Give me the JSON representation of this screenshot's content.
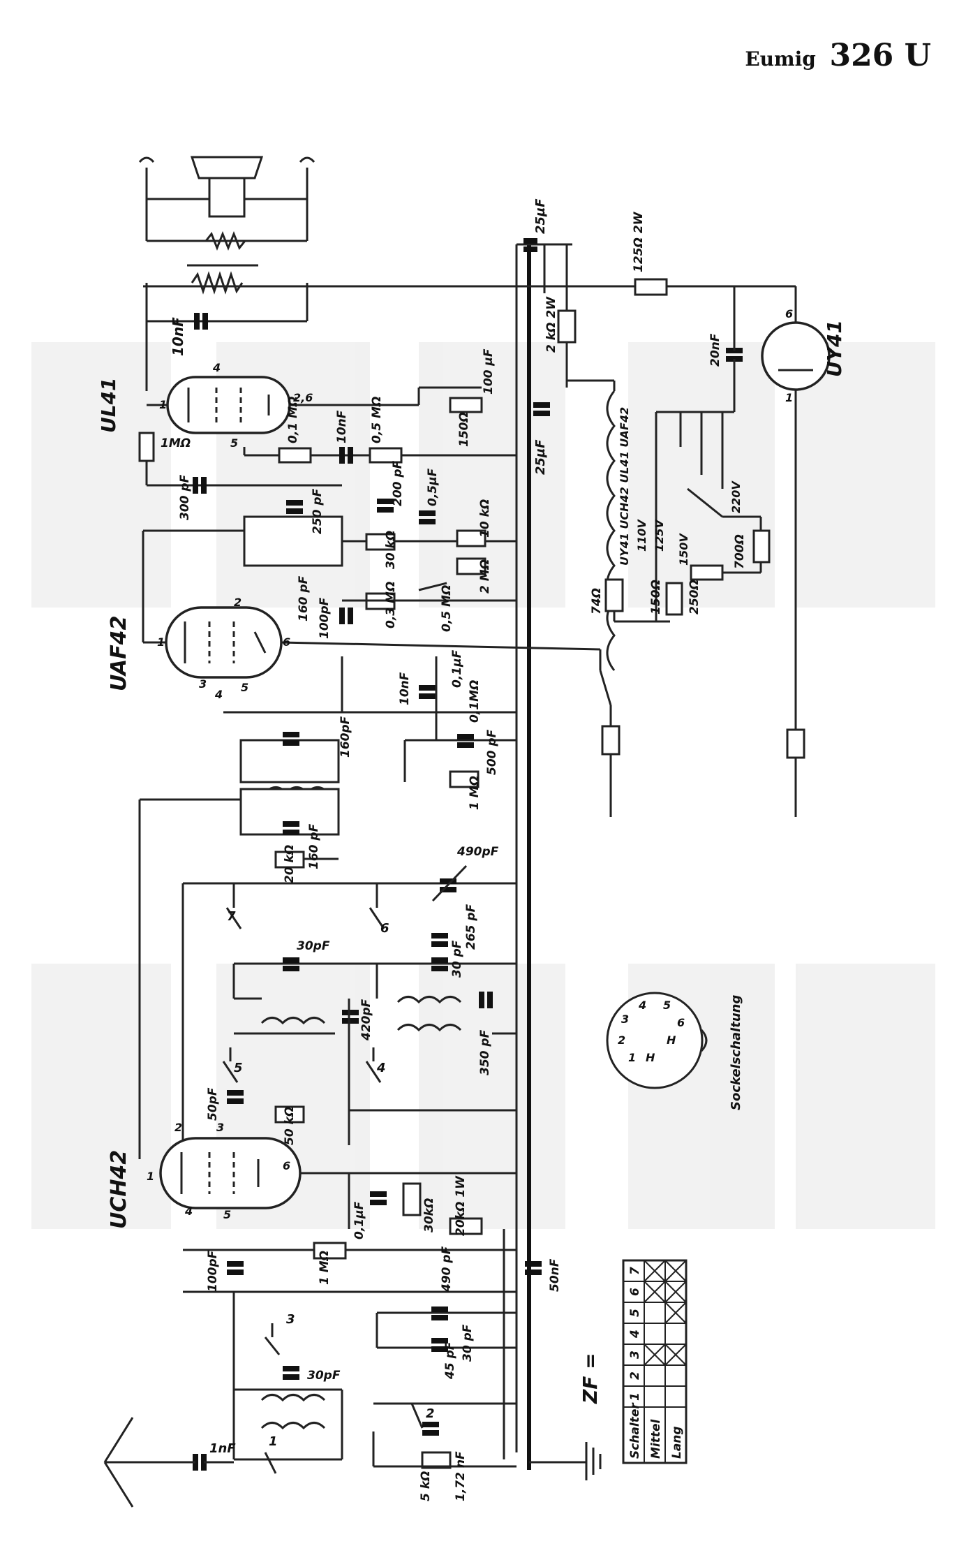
{
  "header": {
    "brand": "Eumig",
    "model": "326 U"
  },
  "tubes": [
    "UL41",
    "UAF42",
    "UCH42",
    "UY41"
  ],
  "tube_pins": {
    "ul41": [
      "1",
      "4",
      "5",
      "2,6"
    ],
    "uaf42": [
      "1",
      "2",
      "3",
      "4",
      "5",
      "6"
    ],
    "uch42": [
      "1",
      "2",
      "3",
      "4",
      "5",
      "6"
    ],
    "uy41": [
      "6",
      "1"
    ]
  },
  "components": [
    "10nF",
    "1MΩ",
    "300 pF",
    "0,1 MΩ",
    "10nF",
    "0,5 MΩ",
    "100 µF",
    "150Ω",
    "25µF",
    "25µF",
    "2 kΩ 2W",
    "125Ω 2W",
    "20nF",
    "250 pF",
    "200 pF",
    "0,5µF",
    "10 kΩ",
    "30 kΩ",
    "2 MΩ",
    "160 pF",
    "100pF",
    "0,3 MΩ",
    "0,5 MΩ",
    "10nF",
    "0,1µF",
    "0,1MΩ",
    "160pF",
    "500 pF",
    "1 MΩ",
    "160 pF",
    "20 kΩ",
    "490pF",
    "30pF",
    "265 pF",
    "30 pF",
    "420pF",
    "350 pF",
    "50pF",
    "50 kΩ",
    "0,1µF",
    "30kΩ",
    "20kΩ 1W",
    "100pF",
    "1 MΩ",
    "490 pF",
    "30 pF",
    "45 pF",
    "50nF",
    "30pF",
    "1nF",
    "5 kΩ",
    "1,72 nF",
    "74Ω",
    "150Ω",
    "250Ω",
    "700Ω"
  ],
  "voltage_selector": [
    "110V",
    "125V",
    "150V",
    "220V"
  ],
  "heater_chain": "UY41 UCH42 UL41 UAF42",
  "switches": [
    "1",
    "2",
    "3",
    "4",
    "5",
    "6",
    "7"
  ],
  "socket": {
    "title": "Sockelschaltung",
    "pins": [
      "1",
      "2",
      "3",
      "4",
      "5",
      "6",
      "H",
      "H"
    ]
  },
  "zf_label": "ZF =",
  "switch_table": {
    "headers": [
      "Schalter",
      "1",
      "2",
      "3",
      "4",
      "5",
      "6",
      "7"
    ],
    "rows": [
      {
        "label": "Mittel",
        "marks": [
          false,
          false,
          true,
          false,
          false,
          true,
          true
        ]
      },
      {
        "label": "Lang",
        "marks": [
          false,
          false,
          true,
          false,
          true,
          true,
          true
        ]
      }
    ]
  }
}
